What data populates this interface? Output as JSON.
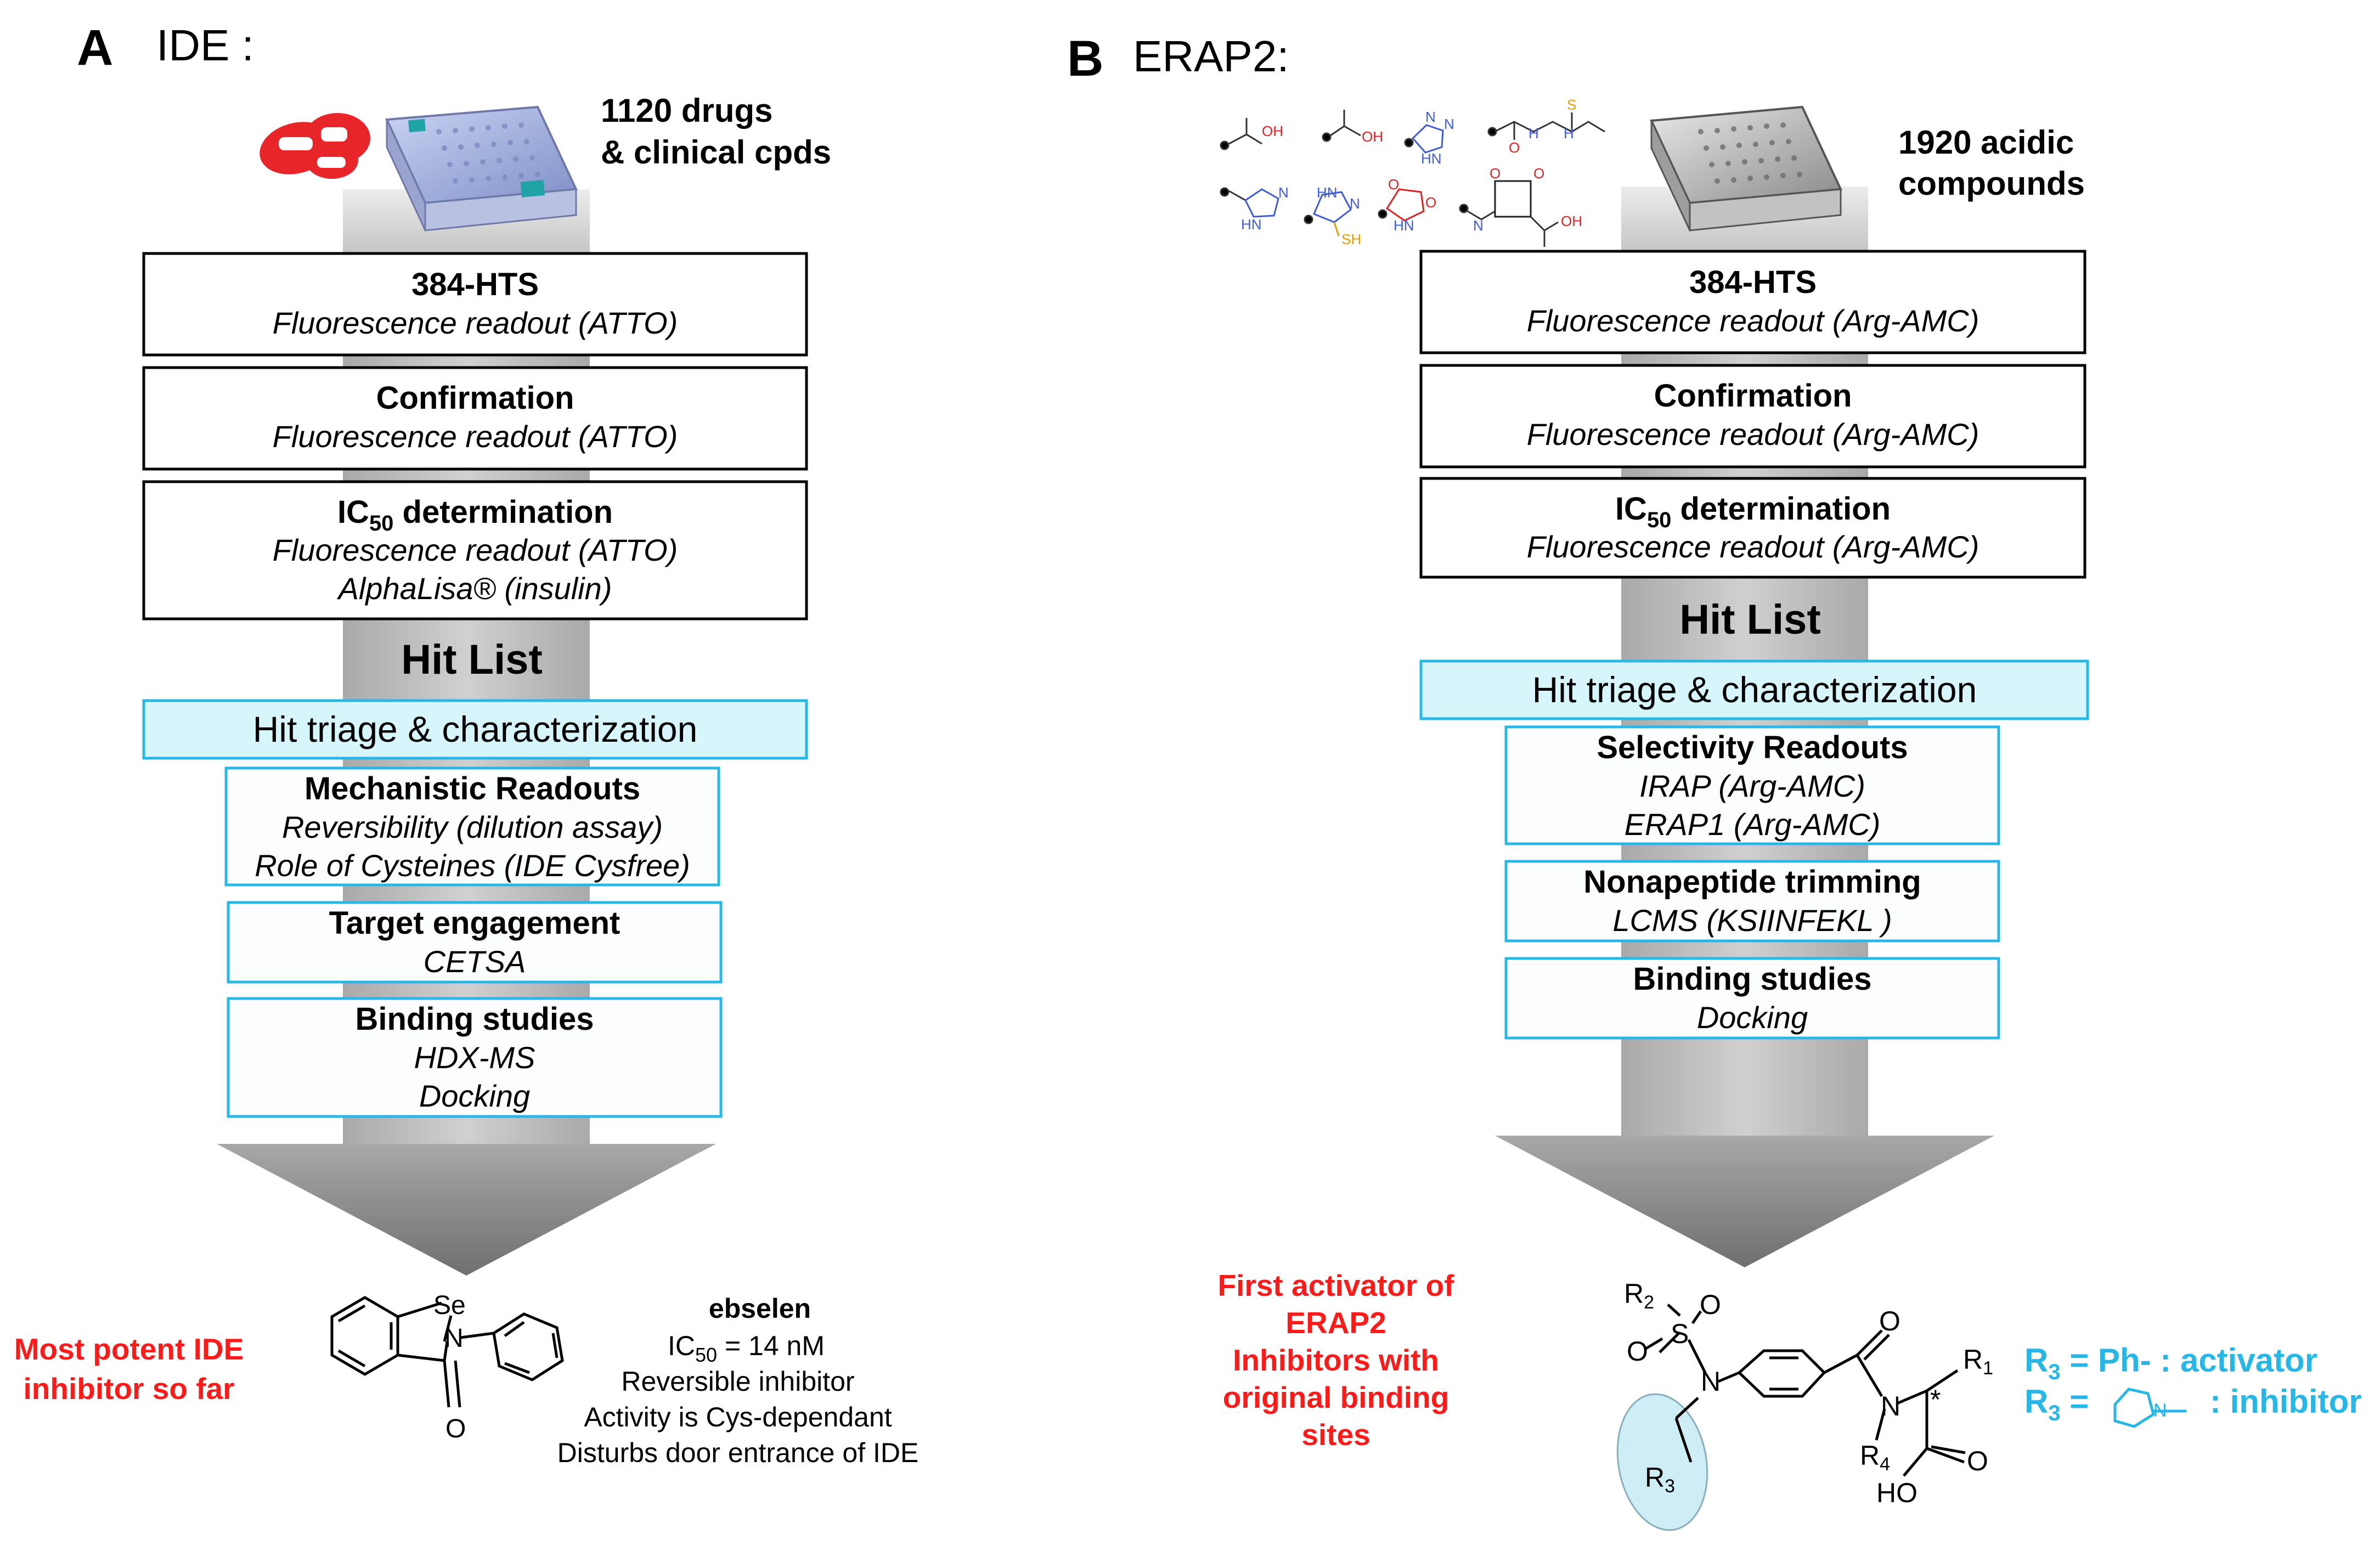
{
  "panel_a": {
    "letter": "A",
    "title": "IDE :",
    "library": [
      "1120 drugs",
      "& clinical cpds"
    ],
    "boxes": [
      {
        "title": "384-HTS",
        "lines": [
          "Fluorescence readout (ATTO)"
        ]
      },
      {
        "title": "Confirmation",
        "lines": [
          "Fluorescence readout (ATTO)"
        ]
      },
      {
        "title_main": "IC",
        "title_sub": "50",
        "title_rest": " determination",
        "lines": [
          "Fluorescence readout (ATTO)",
          "AlphaLisa® (insulin)"
        ]
      }
    ],
    "hit_list": "Hit List",
    "triage": "Hit triage & characterization",
    "char_boxes": [
      {
        "title": "Mechanistic Readouts",
        "lines": [
          "Reversibility (dilution assay)",
          "Role of Cysteines (IDE Cysfree)"
        ]
      },
      {
        "title": "Target engagement",
        "lines": [
          "CETSA"
        ]
      },
      {
        "title": "Binding studies",
        "lines": [
          "HDX-MS",
          "Docking"
        ]
      }
    ],
    "result_note": [
      "Most potent IDE",
      "inhibitor so far"
    ],
    "compound": {
      "name": "ebselen",
      "ic50_prefix": "IC",
      "ic50_sub": "50",
      "ic50_rest": " = 14 nM",
      "lines": [
        "Reversible inhibitor",
        "Activity is Cys-dependant",
        "Disturbs door entrance  of IDE"
      ],
      "atoms": {
        "se": "Se",
        "n": "N",
        "o": "O"
      }
    }
  },
  "panel_b": {
    "letter": "B",
    "title": "ERAP2:",
    "library": [
      "1920 acidic",
      "compounds"
    ],
    "boxes": [
      {
        "title": "384-HTS",
        "lines": [
          "Fluorescence readout (Arg-AMC)"
        ]
      },
      {
        "title": "Confirmation",
        "lines": [
          "Fluorescence readout (Arg-AMC)"
        ]
      },
      {
        "title_main": "IC",
        "title_sub": "50",
        "title_rest": " determination",
        "lines": [
          "Fluorescence readout (Arg-AMC)"
        ]
      }
    ],
    "hit_list": "Hit List",
    "triage": "Hit triage & characterization",
    "char_boxes": [
      {
        "title": "Selectivity Readouts",
        "lines": [
          "IRAP (Arg-AMC)",
          "ERAP1 (Arg-AMC)"
        ]
      },
      {
        "title": "Nonapeptide trimming",
        "lines": [
          "LCMS (KSIINFEKL )"
        ]
      },
      {
        "title": "Binding studies",
        "lines": [
          "Docking"
        ]
      }
    ],
    "result_note": [
      "First activator of",
      "ERAP2",
      "Inhibitors with",
      "original binding",
      "sites"
    ],
    "r3_labels": {
      "activator_prefix": "R",
      "activator_sub": "3",
      "activator_rest": " = Ph- : activator",
      "inhibitor_prefix": "R",
      "inhibitor_sub": "3",
      "inhibitor_eq": " =",
      "inhibitor_rest": ": inhibitor",
      "ring_n": "N"
    },
    "structure_atoms": {
      "r2": "R",
      "r2_sub": "2",
      "s": "S",
      "o1": "O",
      "o2": "O",
      "n1": "N",
      "r3": "R",
      "r3_sub": "3",
      "o3": "O",
      "n2": "N",
      "r4": "R",
      "r4_sub": "4",
      "r1": "R",
      "r1_sub": "1",
      "star": "*",
      "o4": "O",
      "ho": "HO"
    },
    "fragment_atoms": [
      "OH",
      "OH",
      "N",
      "N",
      "HN",
      "O",
      "H",
      "H",
      "S",
      "N",
      "N",
      "HN",
      "HN",
      "SH",
      "O",
      "O",
      "HN",
      "O",
      "O",
      "OH",
      "N"
    ]
  },
  "colors": {
    "red": "#ff1a1a",
    "cyan": "#28b8e8",
    "cyan_fill": "#d7f6fb",
    "light_blue_ellipse": "#cdeef5",
    "funnel_grey": "#c8c8c8",
    "arrow_grey": "#8e8e8e",
    "pill_red": "#e8262a"
  }
}
